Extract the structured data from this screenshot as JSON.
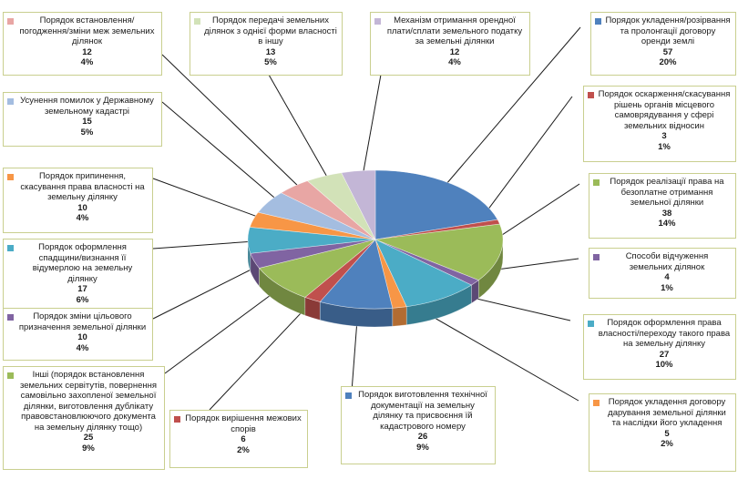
{
  "chart_data": {
    "type": "pie",
    "title": "",
    "slices": [
      {
        "label": "Порядок укладення/розірвання та пролонгації договору оренди землі",
        "value": 57,
        "percent": "20%",
        "color": "#4f81bd"
      },
      {
        "label": "Порядок оскарження/скасування рішень органів місцевого самоврядування у сфері земельних відносин",
        "value": 3,
        "percent": "1%",
        "color": "#c0504d"
      },
      {
        "label": "Порядок реалізації права на безоплатне отримання земельної ділянки",
        "value": 38,
        "percent": "14%",
        "color": "#9bbb59"
      },
      {
        "label": "Способи відчуження земельних ділянок",
        "value": 4,
        "percent": "1%",
        "color": "#8064a2"
      },
      {
        "label": "Порядок оформлення права власності/переходу такого права на земельну ділянку",
        "value": 27,
        "percent": "10%",
        "color": "#4bacc6"
      },
      {
        "label": "Порядок укладення договору дарування земельної ділянки та наслідки його укладення",
        "value": 5,
        "percent": "2%",
        "color": "#f79646"
      },
      {
        "label": "Порядок виготовлення технічної документації на земельну ділянку та присвоєння їй кадастрового номеру",
        "value": 26,
        "percent": "9%",
        "color": "#4f81bd"
      },
      {
        "label": "Порядок вирішення межових спорів",
        "value": 6,
        "percent": "2%",
        "color": "#c0504d"
      },
      {
        "label": "Інші (порядок встановлення земельних сервітутів, повернення самовільно захопленої земельної ділянки, виготовлення дублікату правовстановлюючого документа на земельну ділянку тощо)",
        "value": 25,
        "percent": "9%",
        "color": "#9bbb59"
      },
      {
        "label": "Порядок зміни  цільового призначення земельної ділянки",
        "value": 10,
        "percent": "4%",
        "color": "#8064a2"
      },
      {
        "label": "Порядок оформлення спадщини/визнання її відумерлою на земельну ділянку",
        "value": 17,
        "percent": "6%",
        "color": "#4bacc6"
      },
      {
        "label": "Порядок припинення, скасування права власності на земельну ділянку",
        "value": 10,
        "percent": "4%",
        "color": "#f79646"
      },
      {
        "label": "Усунення помилок у Державному земельному кадастрі",
        "value": 15,
        "percent": "5%",
        "color": "#a4bde0"
      },
      {
        "label": "Порядок встановлення/погодження/зміни меж земельних ділянок",
        "value": 12,
        "percent": "4%",
        "color": "#e8a6a4"
      },
      {
        "label": "Порядок передачі земельних ділянок з однієї форми власності в іншу",
        "value": 13,
        "percent": "5%",
        "color": "#d2e2b8"
      },
      {
        "label": "Механізм отримання орендної плати/сплати земельного податку за земельні ділянки",
        "value": 12,
        "percent": "4%",
        "color": "#c3b6d6"
      }
    ]
  }
}
